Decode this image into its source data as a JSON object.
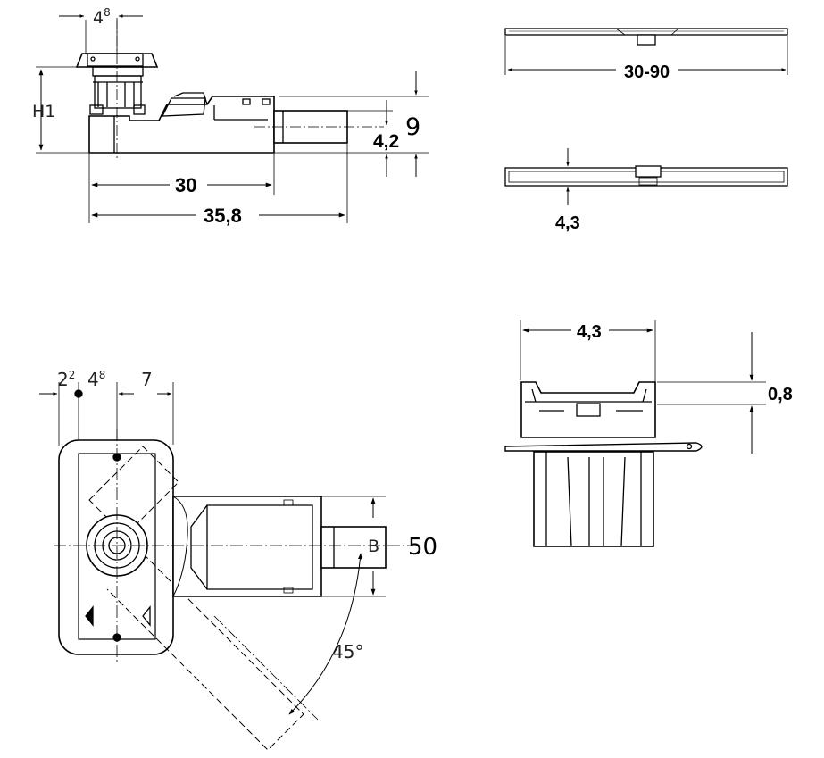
{
  "views": {
    "side": {
      "dim_top_width": "4",
      "dim_top_width_sup": "8",
      "dim_height": "H1",
      "dim_overall_height": "9",
      "dim_outlet_height": "4,2",
      "dim_length_inner": "30",
      "dim_length_total": "35,8"
    },
    "channel_top": {
      "dim_length": "30-90"
    },
    "channel_side": {
      "dim_height": "4,3"
    },
    "plan": {
      "dim_offset_a": "2",
      "dim_offset_a_sup": "2",
      "dim_offset_b": "4",
      "dim_offset_b_sup": "8",
      "dim_offset_c": "7",
      "dim_pipe": "B",
      "dim_pipe_value": "50",
      "dim_angle": "45°"
    },
    "detail": {
      "dim_width": "4,3",
      "dim_adjust": "0,8"
    }
  },
  "colors": {
    "line": "#000000",
    "background": "#ffffff"
  }
}
